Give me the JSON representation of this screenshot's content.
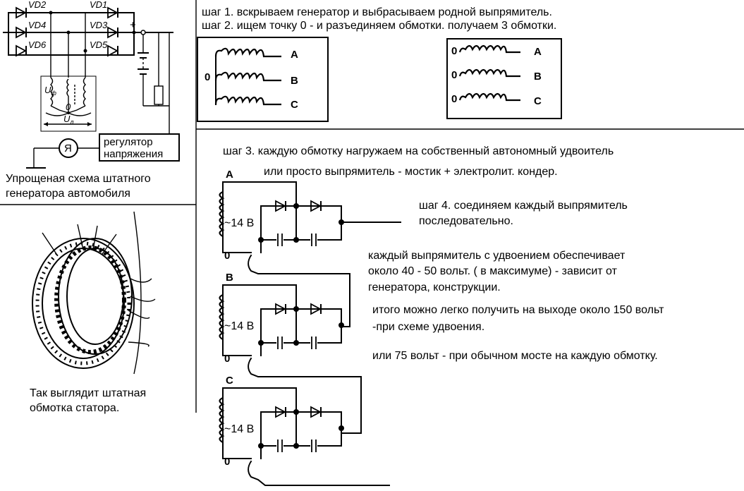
{
  "schematic": {
    "diodes": [
      "VD2",
      "VD1",
      "VD4",
      "VD3",
      "VD6",
      "VD5"
    ],
    "plus_sign": "+",
    "uf_label": "U",
    "uf_sub": "ф",
    "un_label": "U",
    "un_sub": "л",
    "zero_label": "0",
    "ammeter_symbol": "Я",
    "regulator_line1": "регулятор",
    "regulator_line2": "напряжения",
    "caption_line1": "Упрощеная схема штатного",
    "caption_line2": "генератора автомобиля"
  },
  "stator": {
    "caption_line1": "Так выглядит штатная",
    "caption_line2": "обмотка статора."
  },
  "steps": {
    "step1": "шаг 1. вскрываем генератор и выбрасываем родной выпрямитель.",
    "step2": "шаг 2. ищем точку 0 - и разъединяем обмотки. получаем 3 обмотки.",
    "step3_line1": "шаг 3. каждую обмотку нагружаем на собственный  автономный удвоитель",
    "step3_line2": "или просто выпрямитель - мостик + электролит. кондер.",
    "step4_line1": "шаг 4.  соединяем каждый выпрямитель",
    "step4_line2": "последовательно."
  },
  "windings": {
    "connected": {
      "zero": "0",
      "phases": [
        "A",
        "B",
        "C"
      ]
    },
    "separated": {
      "zeros": [
        "0",
        "0",
        "0"
      ],
      "phases": [
        "A",
        "B",
        "C"
      ]
    }
  },
  "doublers": {
    "stages": [
      {
        "phase": "A",
        "voltage": "~14 В",
        "zero": "0"
      },
      {
        "phase": "B",
        "voltage": "~14 В",
        "zero": "0"
      },
      {
        "phase": "C",
        "voltage": "~14 В",
        "zero": "0"
      }
    ]
  },
  "notes": {
    "note1_line1": "каждый выпрямитель с удвоением обеспечивает",
    "note1_line2": "около 40 - 50 вольт. (  в максимуме) - зависит от",
    "note1_line3": "генератора, конструкции.",
    "note2_line1": "итого можно легко получить на выходе около 150 вольт",
    "note2_line2": "-при схеме удвоения.",
    "note3": "или 75 вольт - при обычном мосте на каждую обмотку."
  }
}
